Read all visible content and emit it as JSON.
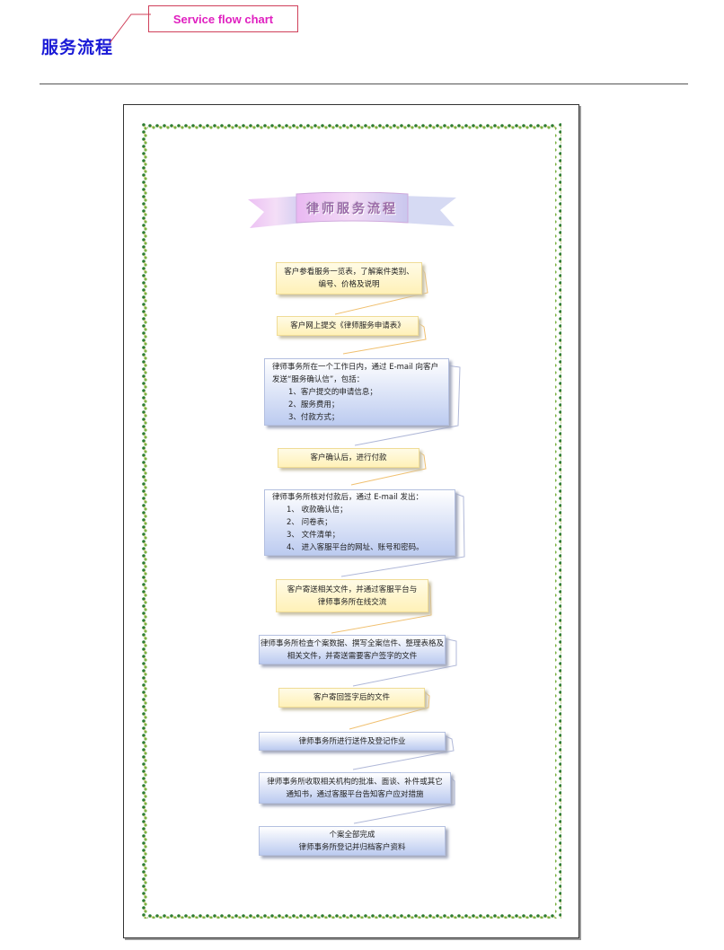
{
  "header": {
    "title": "服务流程",
    "callout_label": "Service flow chart"
  },
  "banner": {
    "title": "律师服务流程"
  },
  "steps": [
    {
      "lines": [
        "客户参看服务一览表，了解案件类别、",
        "编号、价格及说明"
      ]
    },
    {
      "lines": [
        "客户网上提交《律师服务申请表》"
      ]
    },
    {
      "lines": [
        "律师事务所在一个工作日内，通过 E-mail 向客户",
        "发送“服务确认信”，包括：",
        "1、客户提交的申请信息；",
        "2、服务费用；",
        "3、付款方式；"
      ]
    },
    {
      "lines": [
        "客户确认后，进行付款"
      ]
    },
    {
      "lines": [
        "律师事务所核对付款后，通过 E-mail 发出：",
        "1、 收款确认信；",
        "2、 问卷表；",
        "3、 文件清单；",
        "4、 进入客服平台的网址、账号和密码。"
      ]
    },
    {
      "lines": [
        "客户寄送相关文件，并通过客服平台与",
        "律师事务所在线交流"
      ]
    },
    {
      "lines": [
        "律师事务所检查个案数据、撰写全案信件、整理表格及",
        "相关文件，并寄送需要客户签字的文件"
      ]
    },
    {
      "lines": [
        "客户寄回签字后的文件"
      ]
    },
    {
      "lines": [
        "律师事务所进行送件及登记作业"
      ]
    },
    {
      "lines": [
        "律师事务所收取相关机构的批准、面谈、补件或其它",
        "通知书，通过客服平台告知客户应对措施"
      ]
    },
    {
      "lines": [
        "个案全部完成",
        "律师事务所登记并归档客户资料"
      ]
    }
  ],
  "colors": {
    "title": "#1a1ad6",
    "callout_text": "#e020c0",
    "yellow_box": "#fff1b8",
    "blue_box": "#bccbf0",
    "border_leaf": "#2e7d32",
    "border_vine": "#c7b64a"
  }
}
